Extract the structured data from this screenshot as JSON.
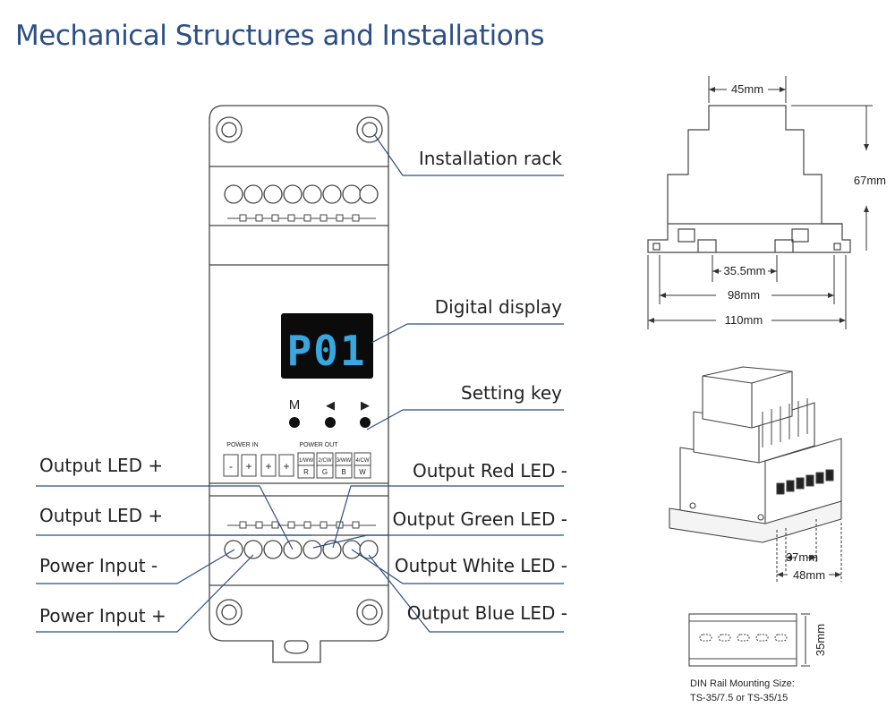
{
  "title": "Mechanical Structures and Installations",
  "colors": {
    "title": "#2b4f86",
    "leader_line": "#2b4f86",
    "display_bg": "#0b0b0b",
    "display_digits": "#3aa6e0",
    "outline": "#444444"
  },
  "device_front": {
    "display_text": "P01",
    "keys": [
      "M",
      "◀",
      "▶"
    ],
    "power_in_label": "POWER IN",
    "power_out_label": "POWER OUT",
    "terminals": [
      "-",
      "+",
      "+",
      "+"
    ],
    "channels": [
      {
        "top": "1/WW",
        "bottom": "R"
      },
      {
        "top": "2/CW",
        "bottom": "G"
      },
      {
        "top": "3/WW",
        "bottom": "B"
      },
      {
        "top": "4/CW",
        "bottom": "W"
      }
    ]
  },
  "callouts": {
    "installation_rack": "Installation rack",
    "digital_display": "Digital display",
    "setting_key": "Setting key",
    "output_led_plus_1": "Output LED +",
    "output_led_plus_2": "Output LED +",
    "power_input_minus": "Power Input -",
    "power_input_plus": "Power Input +",
    "output_red": "Output Red LED -",
    "output_green": "Output Green LED -",
    "output_white": "Output White LED -",
    "output_blue": "Output Blue LED -"
  },
  "dimensions": {
    "top_width": "45mm",
    "height": "67mm",
    "rail_inner": "35.5mm",
    "base_width": "98mm",
    "overall_width": "110mm",
    "iso_inner": "37mm",
    "iso_outer": "48mm",
    "rail_height": "35mm"
  },
  "din_rail": {
    "size_label": "DIN Rail Mounting Size:",
    "size_value": "TS-35/7.5 or TS-35/15"
  }
}
